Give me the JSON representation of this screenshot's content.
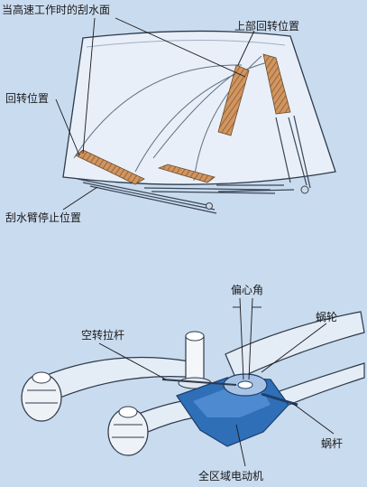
{
  "colors": {
    "background": "#c9dbef",
    "glass": "#e8eff8",
    "outline": "#2e3a4a",
    "wipe_zone": "#c98a55",
    "motor": "#2f6fb8"
  },
  "top_diagram": {
    "labels": {
      "high_speed_wipe_surface": "当高速工作时的刮水面",
      "upper_reverse_position": "上部回转位置",
      "reverse_position": "回转位置",
      "arm_stop_position": "刮水臂停止位置"
    }
  },
  "bottom_diagram": {
    "labels": {
      "eccentric_angle": "偏心角",
      "worm_wheel": "蜗轮",
      "idle_link_rod": "空转拉杆",
      "worm": "蜗杆",
      "full_zone_motor": "全区域电动机"
    }
  }
}
